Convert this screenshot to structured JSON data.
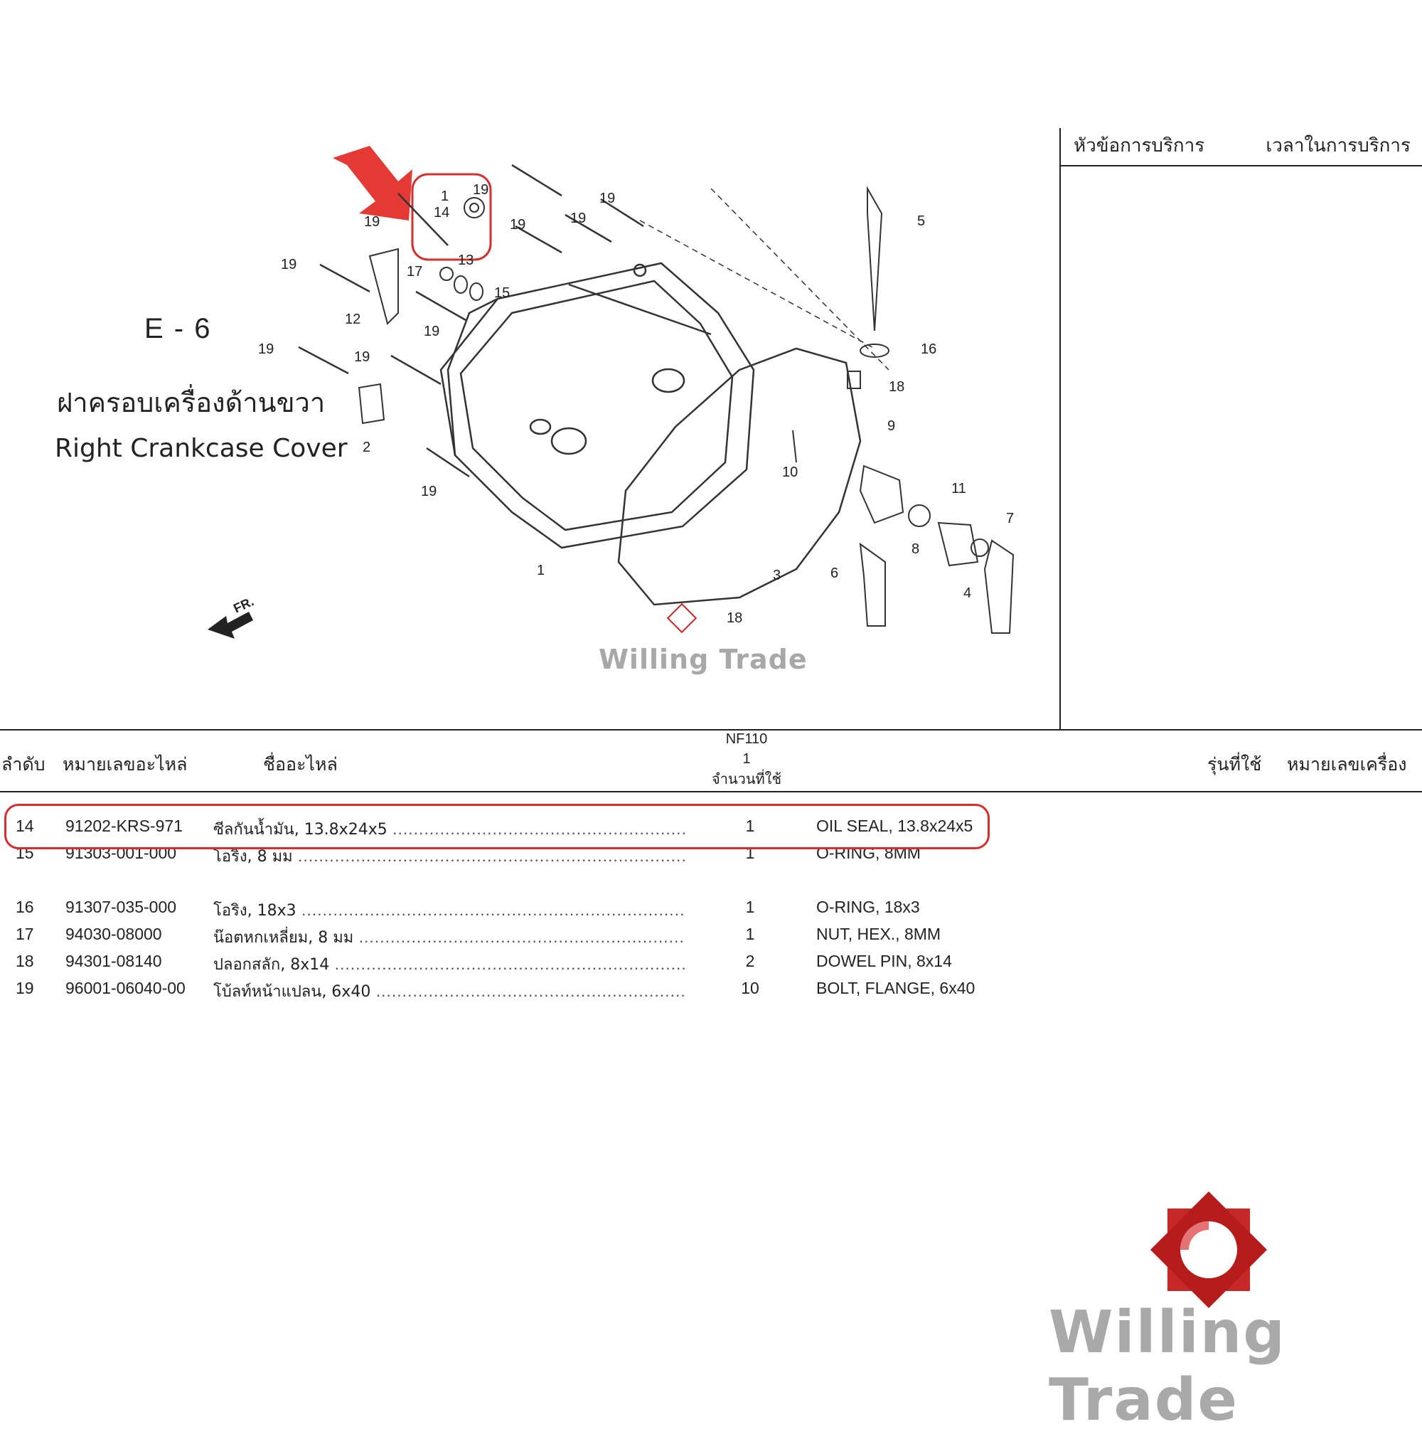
{
  "service": {
    "topic_label": "หัวข้อการบริการ",
    "time_label": "เวลาในการบริการ"
  },
  "diagram": {
    "code": "E - 6",
    "title_th": "ฝาครอบเครื่องด้านขวา",
    "title_en": "Right Crankcase Cover",
    "front_label": "FR.",
    "callouts": [
      "1",
      "2",
      "3",
      "4",
      "5",
      "6",
      "7",
      "8",
      "9",
      "10",
      "11",
      "12",
      "13",
      "14",
      "15",
      "16",
      "17",
      "18",
      "19"
    ],
    "highlight_color": "#d32f2f"
  },
  "watermark": {
    "brand": "Willing Trade",
    "brand_color": "#a9a9a9",
    "logo_color": "#c62828"
  },
  "table": {
    "headers": {
      "no": "ลำดับ",
      "part_no": "หมายเลขอะไหล่",
      "part_name": "ชื่ออะไหล่",
      "model": "NF110",
      "model_variant": "1",
      "qty": "จำนวนที่ใช้",
      "model_used": "รุ่นที่ใช้",
      "engine_no": "หมายเลขเครื่อง"
    },
    "rows": [
      {
        "no": "14",
        "part_no": "91202-KRS-971",
        "name_th": "ซีลกันน้ำมัน, 13.8x24x5",
        "qty": "1",
        "name_en": "OIL SEAL, 13.8x24x5"
      },
      {
        "no": "15",
        "part_no": "91303-001-000",
        "name_th": "โอริง, 8 มม",
        "qty": "1",
        "name_en": "O-RING, 8MM"
      },
      {
        "no": "16",
        "part_no": "91307-035-000",
        "name_th": "โอริง, 18x3",
        "qty": "1",
        "name_en": "O-RING, 18x3"
      },
      {
        "no": "17",
        "part_no": "94030-08000",
        "name_th": "น๊อตหกเหลี่ยม, 8 มม",
        "qty": "1",
        "name_en": "NUT, HEX., 8MM"
      },
      {
        "no": "18",
        "part_no": "94301-08140",
        "name_th": "ปลอกสลัก, 8x14",
        "qty": "2",
        "name_en": "DOWEL PIN, 8x14"
      },
      {
        "no": "19",
        "part_no": "96001-06040-00",
        "name_th": "โบ้ลท์หน้าแปลน, 6x40",
        "qty": "10",
        "name_en": "BOLT, FLANGE, 6x40"
      }
    ]
  }
}
